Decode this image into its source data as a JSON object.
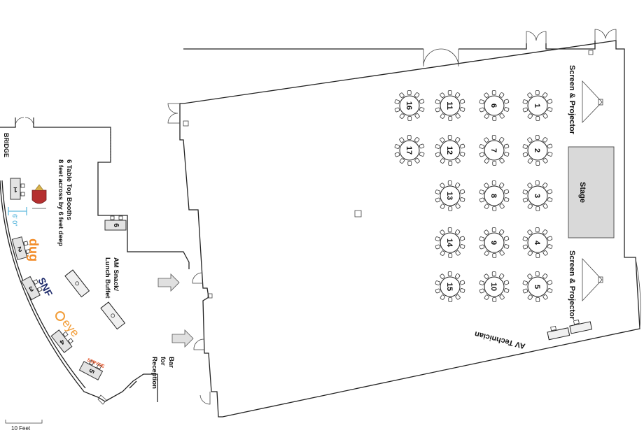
{
  "labels": {
    "screen_projector_top": "Screen & Projector",
    "screen_projector_bottom": "Screen & Projector",
    "stage": "Stage",
    "av_technician": "AV Technician",
    "bridge": "BRIDGE",
    "booths_line1": "6 Table Top Booths",
    "booths_line2": "8 feet across by 6 feet deep",
    "dimension": "6' 0\"",
    "snack_line1": "AM Snack/",
    "snack_line2": "Lunch Buffet",
    "bar_line1": "Bar",
    "bar_line2": "for",
    "bar_line3": "Reception",
    "scale": "10 Feet"
  },
  "tables": [
    "1",
    "2",
    "3",
    "4",
    "5",
    "6",
    "7",
    "8",
    "9",
    "10",
    "11",
    "12",
    "13",
    "14",
    "15",
    "16",
    "17"
  ],
  "booths": [
    "1",
    "2",
    "3",
    "4",
    "5",
    "6"
  ],
  "logos": {
    "dug": "dug",
    "snf": "SNF",
    "eye": "eye",
    "stryde": "STRYDE"
  },
  "colors": {
    "dug_orange": "#f28c28",
    "snf_navy": "#1d2a6b",
    "eye_orange": "#f29d38",
    "stryde_red": "#e24a1c",
    "dimension_blue": "#3aa9d6"
  }
}
